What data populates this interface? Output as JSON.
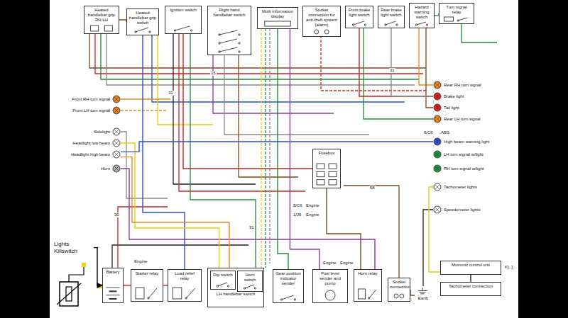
{
  "diagram": {
    "nodes": [
      {
        "text": [
          "Heated handlebar grip",
          "RH LH"
        ]
      },
      {
        "text": [
          "Heated handlebar grip switch"
        ]
      },
      {
        "text": [
          "Ignition switch"
        ]
      },
      {
        "text": [
          "Right hand handlebar switch"
        ]
      },
      {
        "text": [
          "Multi information display"
        ]
      },
      {
        "text": [
          "Socket connection for anti-theft system (alarm)"
        ]
      },
      {
        "text": [
          "Front brake light switch"
        ]
      },
      {
        "text": [
          "Rear brake light switch"
        ]
      },
      {
        "text": [
          "Hazard warning switch"
        ]
      },
      {
        "text": [
          "Turn signal relay"
        ]
      },
      {
        "text": [
          "Front RH turn signal"
        ]
      },
      {
        "text": [
          "Front LH turn signal"
        ]
      },
      {
        "text": [
          "Sidelight"
        ]
      },
      {
        "text": [
          "Headlight low beam"
        ]
      },
      {
        "text": [
          "Headlight high beam"
        ]
      },
      {
        "text": [
          "Horn"
        ]
      },
      {
        "text": [
          "Rear RH turn signal"
        ]
      },
      {
        "text": [
          "Brake light"
        ]
      },
      {
        "text": [
          "Tail light"
        ]
      },
      {
        "text": [
          "Rear LH turn signal"
        ]
      },
      {
        "text": [
          "High beam warning light"
        ]
      },
      {
        "text": [
          "LH turn signal w/light"
        ]
      },
      {
        "text": [
          "RH turn signal w/light"
        ]
      },
      {
        "text": [
          "Tachometer lights"
        ]
      },
      {
        "text": [
          "Speedometer lights"
        ]
      },
      {
        "text": [
          "Motronic control unit"
        ]
      },
      {
        "text": [
          "Tachometer connection"
        ]
      },
      {
        "text": [
          "Fusebox"
        ]
      },
      {
        "text": [
          "Battery"
        ]
      },
      {
        "text": [
          "Starter relay"
        ]
      },
      {
        "text": [
          "Load relief relay"
        ]
      },
      {
        "text": [
          "LH handlebar switch"
        ]
      },
      {
        "text": [
          "Dip switch"
        ],
        "in": 31
      },
      {
        "text": [
          "Horn switch"
        ],
        "in": 31
      },
      {
        "text": [
          "Gear position indicator sender"
        ]
      },
      {
        "text": [
          "Fuel level sender and pump"
        ]
      },
      {
        "text": [
          "Horn relay"
        ]
      },
      {
        "text": [
          "Socket connection"
        ]
      },
      {
        "text": [
          "Earth"
        ]
      },
      {
        "text": [
          "Lights Killswitch"
        ]
      }
    ],
    "edges": [
      {
        "from": 2,
        "to": 27,
        "arrow": "none"
      },
      {
        "from": 27,
        "to": 36,
        "arrow": "none"
      },
      {
        "from": 36,
        "to": 15,
        "arrow": "none"
      },
      {
        "from": 9,
        "to": 8,
        "arrow": "none"
      },
      {
        "from": 6,
        "to": 17,
        "arrow": "none"
      },
      {
        "from": 7,
        "to": 17,
        "arrow": "none"
      },
      {
        "from": 28,
        "to": 29,
        "arrow": "none"
      },
      {
        "from": 29,
        "to": 30,
        "arrow": "none"
      },
      {
        "from": 30,
        "to": 1,
        "arrow": "none"
      },
      {
        "from": 1,
        "to": 0,
        "arrow": "none"
      },
      {
        "from": 32,
        "to": 13,
        "arrow": "none"
      },
      {
        "from": 32,
        "to": 14,
        "arrow": "none"
      },
      {
        "from": 14,
        "to": 20,
        "arrow": "none"
      },
      {
        "from": 34,
        "to": 4,
        "arrow": "none"
      },
      {
        "from": 35,
        "to": 4,
        "arrow": "none"
      },
      {
        "from": 39,
        "to": 28,
        "arrow": "to"
      },
      {
        "from": 25,
        "to": 26,
        "arrow": "none"
      },
      {
        "from": 37,
        "to": 38,
        "arrow": "none"
      }
    ],
    "labels": [
      "Engine",
      "Engine",
      "Engine",
      "8/C6",
      "Engine",
      "1/J6",
      "Engine",
      "6/C6",
      "ABS",
      "KL 1",
      "31",
      "31",
      "31",
      "15",
      "30",
      "58"
    ]
  }
}
